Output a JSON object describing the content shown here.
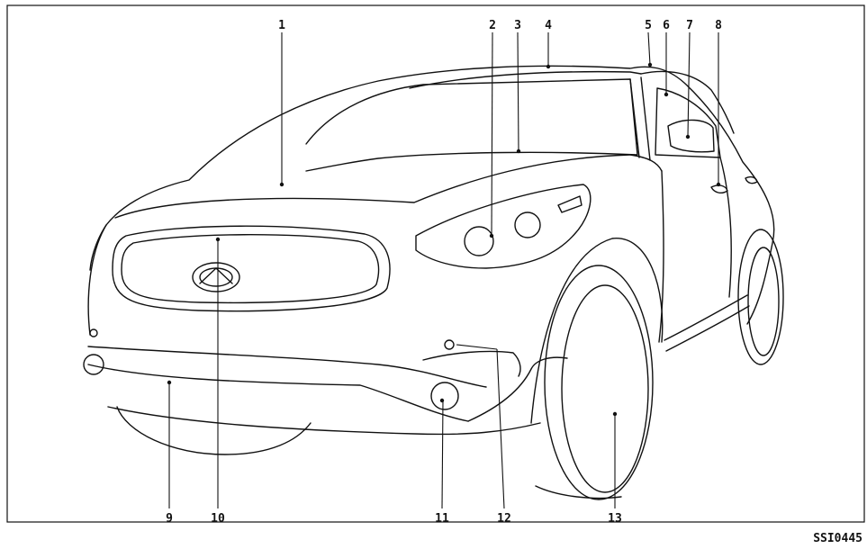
{
  "callouts": [
    {
      "id": "1",
      "label": "1"
    },
    {
      "id": "2",
      "label": "2"
    },
    {
      "id": "3",
      "label": "3"
    },
    {
      "id": "4",
      "label": "4"
    },
    {
      "id": "5",
      "label": "5"
    },
    {
      "id": "6",
      "label": "6"
    },
    {
      "id": "7",
      "label": "7"
    },
    {
      "id": "8",
      "label": "8"
    },
    {
      "id": "9",
      "label": "9"
    },
    {
      "id": "10",
      "label": "10"
    },
    {
      "id": "11",
      "label": "11"
    },
    {
      "id": "12",
      "label": "12"
    },
    {
      "id": "13",
      "label": "13"
    }
  ],
  "reference_code": "SSI0445"
}
